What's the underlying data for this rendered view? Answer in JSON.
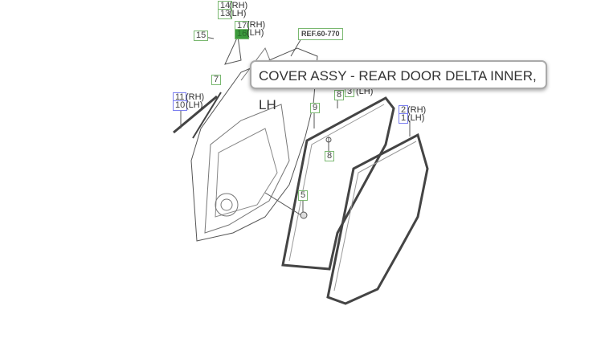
{
  "diagram": {
    "callouts": [
      {
        "num": "14",
        "side": "(RH)"
      },
      {
        "num": "13",
        "side": "(LH)"
      },
      {
        "num": "17",
        "side": "(RH)"
      },
      {
        "num": "16",
        "side": "(LH)"
      },
      {
        "num": "15"
      },
      {
        "num": "7"
      },
      {
        "num": "11",
        "side": "(RH)"
      },
      {
        "num": "10",
        "side": "(LH)"
      },
      {
        "num": "9"
      },
      {
        "num": "8"
      },
      {
        "num": "3",
        "side": "(LH)"
      },
      {
        "num": "2",
        "side": "(RH)"
      },
      {
        "num": "1",
        "side": "(LH)"
      },
      {
        "num": "8"
      },
      {
        "num": "5"
      }
    ],
    "ref": "REF.60-770",
    "selected_part": "16"
  },
  "tooltip": {
    "text": "COVER ASSY - REAR DOOR DELTA INNER, LH"
  }
}
